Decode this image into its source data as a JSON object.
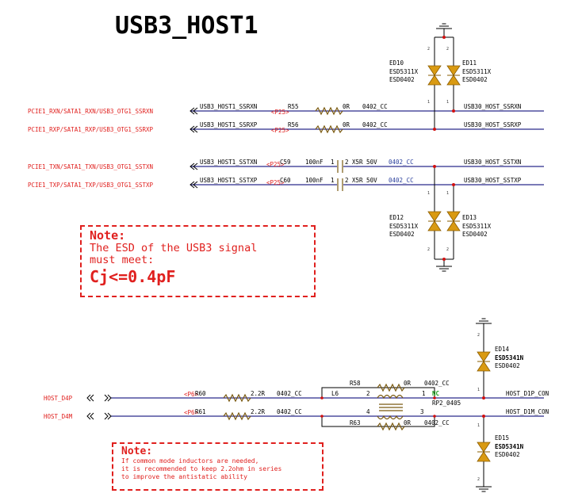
{
  "title": "USB3_HOST1",
  "nets_left": {
    "ssrxn": "PCIE1_RXN/SATA1_RXN/USB3_OTG1_SSRXN",
    "ssrxp": "PCIE1_RXP/SATA1_RXP/USB3_OTG1_SSRXP",
    "sstxn": "PCIE1_TXN/SATA1_TXN/USB3_OTG1_SSTXN",
    "sstxp": "PCIE1_TXP/SATA1_TXP/USB3_OTG1_SSTXP",
    "d4p": "HOST_D4P",
    "d4m": "HOST_D4M"
  },
  "nets_mid": {
    "ssrxn": "USB3_HOST1_SSRXN",
    "ssrxp": "USB3_HOST1_SSRXP",
    "sstxn": "USB3_HOST1_SSTXN",
    "sstxp": "USB3_HOST1_SSTXP"
  },
  "nets_right": {
    "ssrxn": "USB30_HOST_SSRXN",
    "ssrxp": "USB30_HOST_SSRXP",
    "sstxn": "USB30_HOST_SSTXN",
    "sstxp": "USB30_HOST_SSTXP",
    "d1p": "HOST_D1P_CON",
    "d1m": "HOST_D1M_CON"
  },
  "page_ref": "<P25>",
  "page_ref2": "<P6>",
  "components": {
    "r55": {
      "ref": "R55",
      "value": "0R",
      "pkg": "0402_CC"
    },
    "r56": {
      "ref": "R56",
      "value": "0R",
      "pkg": "0402_CC"
    },
    "c59": {
      "ref": "C59",
      "value": "100nF",
      "spec": "X5R  50V",
      "pkg": "0402_CC"
    },
    "c60": {
      "ref": "C60",
      "value": "100nF",
      "spec": "X5R  50V",
      "pkg": "0402_CC"
    },
    "r60": {
      "ref": "R60",
      "value": "2.2R",
      "pkg": "0402_CC"
    },
    "r61": {
      "ref": "R61",
      "value": "2.2R",
      "pkg": "0402_CC"
    },
    "r58": {
      "ref": "R58",
      "value": "0R",
      "pkg": "0402_CC"
    },
    "r63": {
      "ref": "R63",
      "value": "0R",
      "pkg": "0402_CC"
    },
    "l6": {
      "ref": "L6",
      "nc": "NC",
      "pkg": "RP2_0405"
    },
    "ed10": {
      "ref": "ED10",
      "part": "ESD5311X",
      "pkg": "ESD0402"
    },
    "ed11": {
      "ref": "ED11",
      "part": "ESD5311X",
      "pkg": "ESD0402"
    },
    "ed12": {
      "ref": "ED12",
      "part": "ESD5311X",
      "pkg": "ESD0402"
    },
    "ed13": {
      "ref": "ED13",
      "part": "ESD5311X",
      "pkg": "ESD0402"
    },
    "ed14": {
      "ref": "ED14",
      "part": "ESD5341N",
      "pkg": "ESD0402"
    },
    "ed15": {
      "ref": "ED15",
      "part": "ESD5341N",
      "pkg": "ESD0402"
    }
  },
  "pins": {
    "p1": "1",
    "p2": "2",
    "p3": "3",
    "p4": "4"
  },
  "note1": {
    "title": "Note:",
    "line1": "The ESD of the USB3 signal",
    "line2": "must meet:",
    "line3": "Cj<=0.4pF"
  },
  "note2": {
    "title": "Note:",
    "line1": "If common mode inductors are needed,",
    "line2": "it is recommended to keep 2.2ohm in series",
    "line3": "to improve the antistatic ability"
  },
  "colors": {
    "wire": "#2a2a8c",
    "note": "#e0201e",
    "diode": "#d99a12",
    "netlabel": "#2a3f9c"
  }
}
